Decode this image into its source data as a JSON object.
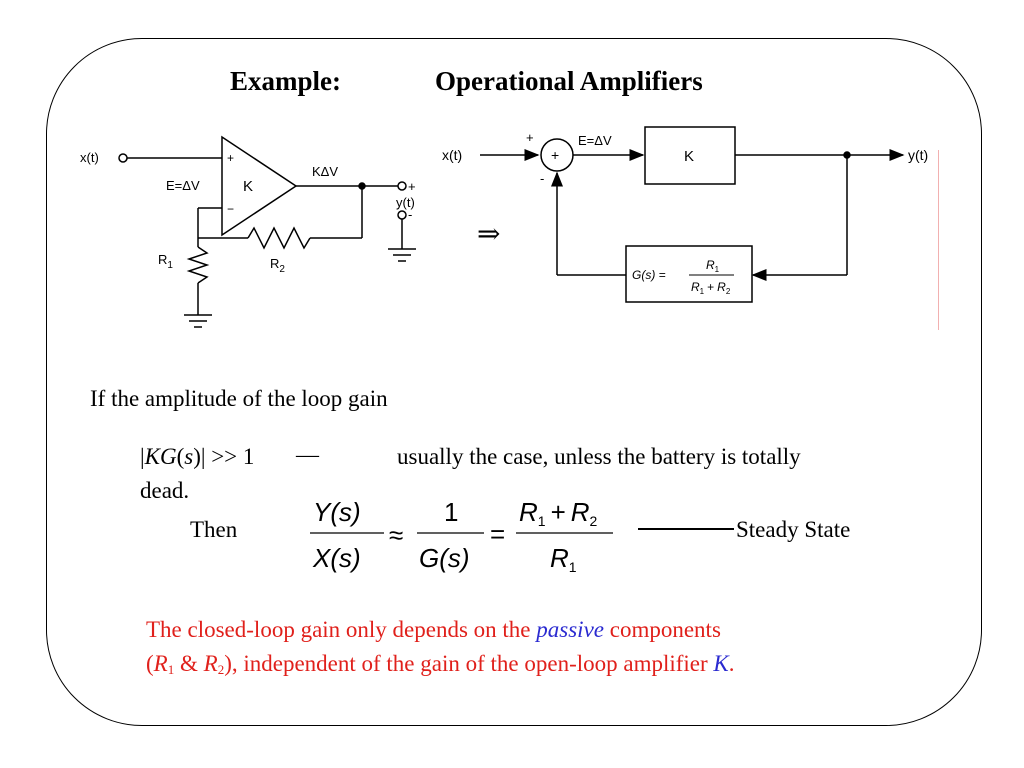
{
  "title": {
    "left": "Example:",
    "right": "Operational Amplifiers"
  },
  "circuit": {
    "input_label": "x(t)",
    "error_label": "E=ΔV",
    "gain_label": "K",
    "plus_sign": "+",
    "minus_sign": "−",
    "output_gain_label": "KΔV",
    "out_plus": "+",
    "out_minus": "-",
    "output_label": "y(t)",
    "r1_label": "R",
    "r1_sub": "1",
    "r2_label": "R",
    "r2_sub": "2"
  },
  "arrow_symbol": "⇒",
  "block_diagram": {
    "input_label": "x(t)",
    "plus_sign": "+",
    "minus_sign": "-",
    "summer_symbol": "+",
    "error_label": "E=ΔV",
    "block_label": "K",
    "output_label": "y(t)",
    "feedback_lhs": "G(s) =",
    "feedback_num": "R",
    "feedback_num_sub": "1",
    "feedback_den_a": "R",
    "feedback_den_a_sub": "1",
    "feedback_den_plus": "+",
    "feedback_den_b": "R",
    "feedback_den_b_sub": "2"
  },
  "text": {
    "line1": "If the amplitude of the loop gain",
    "condition_prefix": "|",
    "condition_kg": "KG",
    "condition_open": "(",
    "condition_s": "s",
    "condition_close": ")| >> 1",
    "dash": "—",
    "condition_note": "usually the case, unless the battery is totally",
    "condition_note2": "dead.",
    "then": "Then",
    "steady_state": "Steady State"
  },
  "equation": {
    "lhs_num": "Y(s)",
    "lhs_den": "X(s)",
    "approx": "≈",
    "mid_num": "1",
    "mid_den": "G(s)",
    "equals": "=",
    "rhs_num_a": "R",
    "rhs_num_a_sub": "1",
    "rhs_num_plus": "+",
    "rhs_num_b": "R",
    "rhs_num_b_sub": "2",
    "rhs_den": "R",
    "rhs_den_sub": "1"
  },
  "conclusion": {
    "part1": "The closed-loop gain only depends on the ",
    "passive": "passive",
    "part2": " components",
    "open_paren": "(",
    "r1": "R",
    "r1_sub": "1",
    "amp": " & ",
    "r2": "R",
    "r2_sub": "2",
    "part3": "), independent of the gain of the open-loop amplifier ",
    "k": "K",
    "period": "."
  }
}
